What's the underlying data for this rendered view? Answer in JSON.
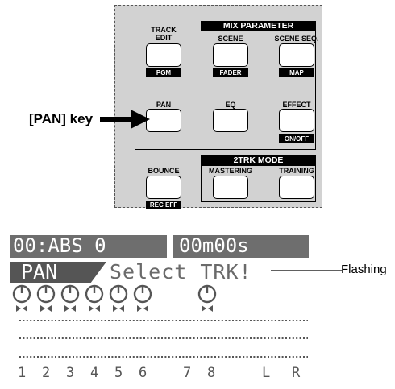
{
  "panel": {
    "mix_parameter_title": "MIX PARAMETER",
    "two_trk_mode_title": "2TRK MODE",
    "keys": {
      "track_edit": {
        "label": "TRACK\nEDIT",
        "sub": "PGM"
      },
      "scene": {
        "label": "SCENE",
        "sub": "FADER"
      },
      "scene_seq": {
        "label": "SCENE SEQ.",
        "sub": "MAP"
      },
      "pan": {
        "label": "PAN"
      },
      "eq": {
        "label": "EQ"
      },
      "effect": {
        "label": "EFFECT",
        "sub": "ON/OFF"
      },
      "bounce": {
        "label": "BOUNCE",
        "sub": "REC EFF"
      },
      "mastering": {
        "label": "MASTERING"
      },
      "training": {
        "label": "TRAINING"
      }
    }
  },
  "callout": {
    "label": "[PAN] key"
  },
  "lcd": {
    "status_left": "00:ABS 0",
    "status_right": "00m00s",
    "mode": "PAN",
    "prompt": "Select TRK!",
    "track_labels": [
      "1",
      "2",
      "3",
      "4",
      "5",
      "6",
      "7",
      "8",
      "L",
      "R"
    ]
  },
  "flashing_label": "Flashing"
}
